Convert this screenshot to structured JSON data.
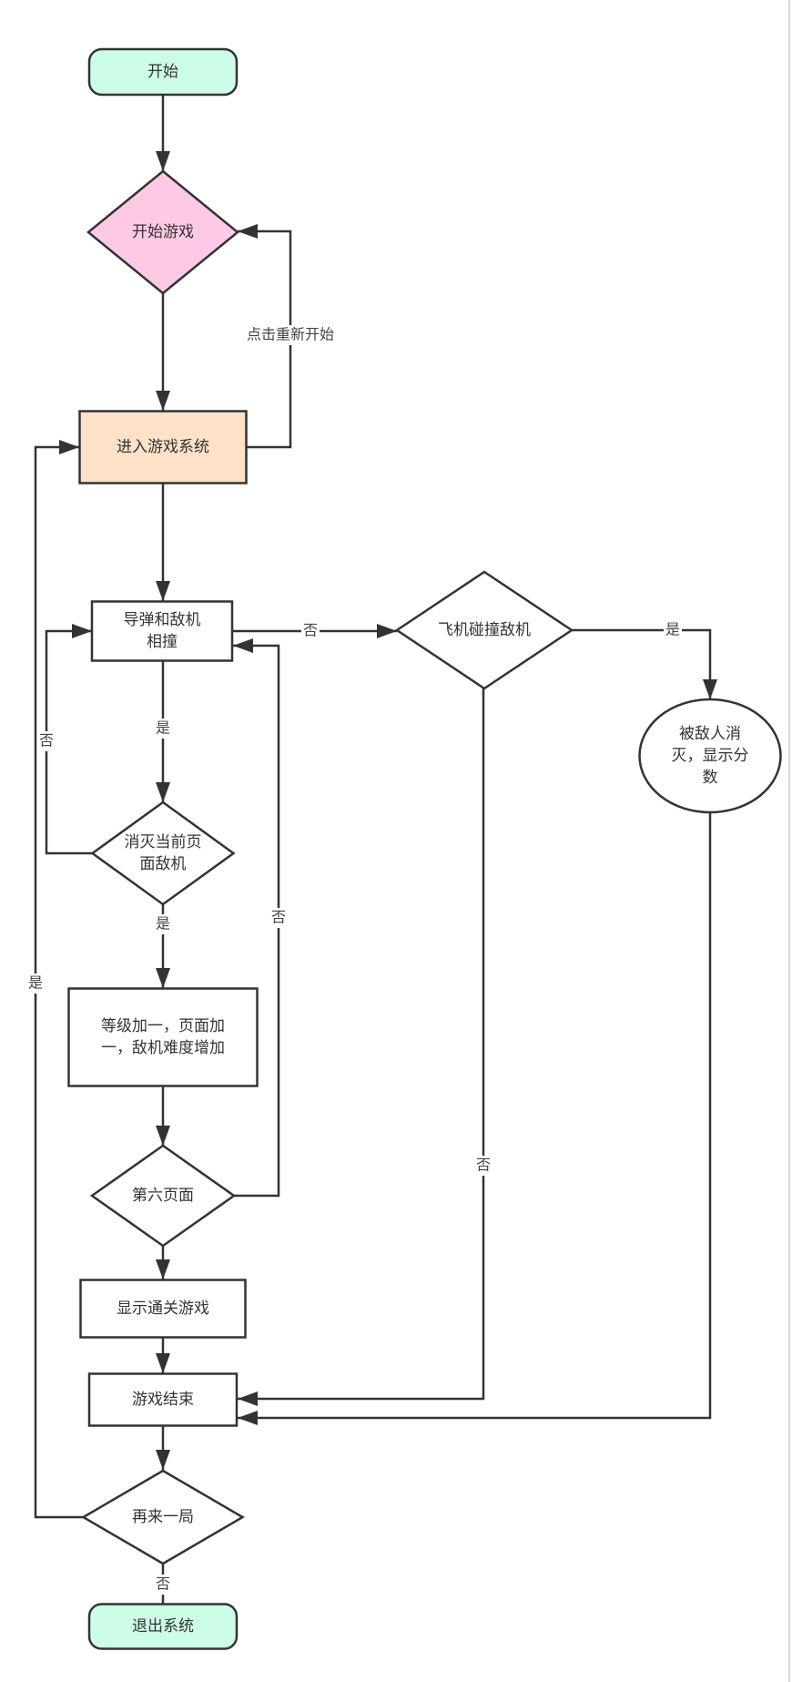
{
  "nodes": {
    "start": {
      "label": [
        "开始"
      ],
      "shape": "terminal",
      "fill": "#ccfde6"
    },
    "start_game": {
      "label": [
        "开始游戏"
      ],
      "shape": "decision",
      "fill": "#fdc9e4"
    },
    "enter_system": {
      "label": [
        "进入游戏系统"
      ],
      "shape": "process",
      "fill": "#fde1c8"
    },
    "missile_hit": {
      "label": [
        "导弹和敌机",
        "相撞"
      ],
      "shape": "process",
      "fill": "#ffffff"
    },
    "plane_collide": {
      "label": [
        "飞机碰撞敌机"
      ],
      "shape": "decision",
      "fill": "#ffffff"
    },
    "destroyed_score": {
      "label": [
        "被敌人消",
        "灭，显示分",
        "数"
      ],
      "shape": "ellipse",
      "fill": "#ffffff"
    },
    "clear_page": {
      "label": [
        "消灭当前页",
        "面敌机"
      ],
      "shape": "decision",
      "fill": "#ffffff"
    },
    "level_up": {
      "label": [
        "等级加一，页面加",
        "一，敌机难度增加"
      ],
      "shape": "process",
      "fill": "#ffffff"
    },
    "sixth_page": {
      "label": [
        "第六页面"
      ],
      "shape": "decision",
      "fill": "#ffffff"
    },
    "show_clear": {
      "label": [
        "显示通关游戏"
      ],
      "shape": "process",
      "fill": "#ffffff"
    },
    "game_over": {
      "label": [
        "游戏结束"
      ],
      "shape": "process",
      "fill": "#ffffff"
    },
    "play_again": {
      "label": [
        "再来一局"
      ],
      "shape": "decision",
      "fill": "#ffffff"
    },
    "exit_system": {
      "label": [
        "退出系统"
      ],
      "shape": "terminal",
      "fill": "#ccfde6"
    }
  },
  "edges": [
    {
      "from": "start",
      "to": "start_game",
      "label": ""
    },
    {
      "from": "start_game",
      "to": "enter_system",
      "label": ""
    },
    {
      "from": "enter_system",
      "to": "start_game",
      "label": "点击重新开始"
    },
    {
      "from": "enter_system",
      "to": "missile_hit",
      "label": ""
    },
    {
      "from": "missile_hit",
      "to": "plane_collide",
      "label": "否"
    },
    {
      "from": "plane_collide",
      "to": "destroyed_score",
      "label": "是"
    },
    {
      "from": "plane_collide",
      "to": "game_over",
      "label": "否"
    },
    {
      "from": "destroyed_score",
      "to": "game_over",
      "label": ""
    },
    {
      "from": "missile_hit",
      "to": "clear_page",
      "label": "是"
    },
    {
      "from": "clear_page",
      "to": "missile_hit",
      "label": "否"
    },
    {
      "from": "clear_page",
      "to": "level_up",
      "label": "是"
    },
    {
      "from": "level_up",
      "to": "sixth_page",
      "label": ""
    },
    {
      "from": "sixth_page",
      "to": "missile_hit",
      "label": "否"
    },
    {
      "from": "sixth_page",
      "to": "show_clear",
      "label": ""
    },
    {
      "from": "show_clear",
      "to": "game_over",
      "label": ""
    },
    {
      "from": "game_over",
      "to": "play_again",
      "label": ""
    },
    {
      "from": "play_again",
      "to": "enter_system",
      "label": "是"
    },
    {
      "from": "play_again",
      "to": "exit_system",
      "label": "否"
    }
  ],
  "colors": {
    "stroke": "#333333",
    "text": "#333333"
  }
}
